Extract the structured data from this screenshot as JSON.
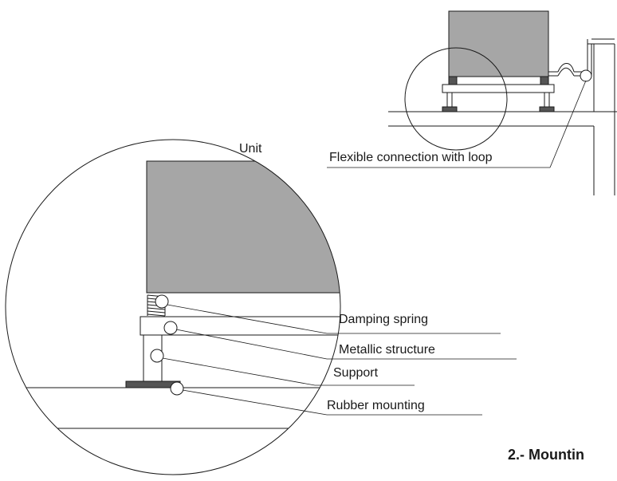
{
  "labels": {
    "unit": "Unit",
    "flexible_connection": "Flexible connection with loop",
    "damping_spring": "Damping spring",
    "metallic_structure": "Metallic structure",
    "support": "Support",
    "rubber_mounting": "Rubber mounting"
  },
  "heading": "2.- Mountin",
  "colors": {
    "unit_fill": "#a6a6a6",
    "rubber_fill": "#555555",
    "line": "#1a1a1a"
  }
}
